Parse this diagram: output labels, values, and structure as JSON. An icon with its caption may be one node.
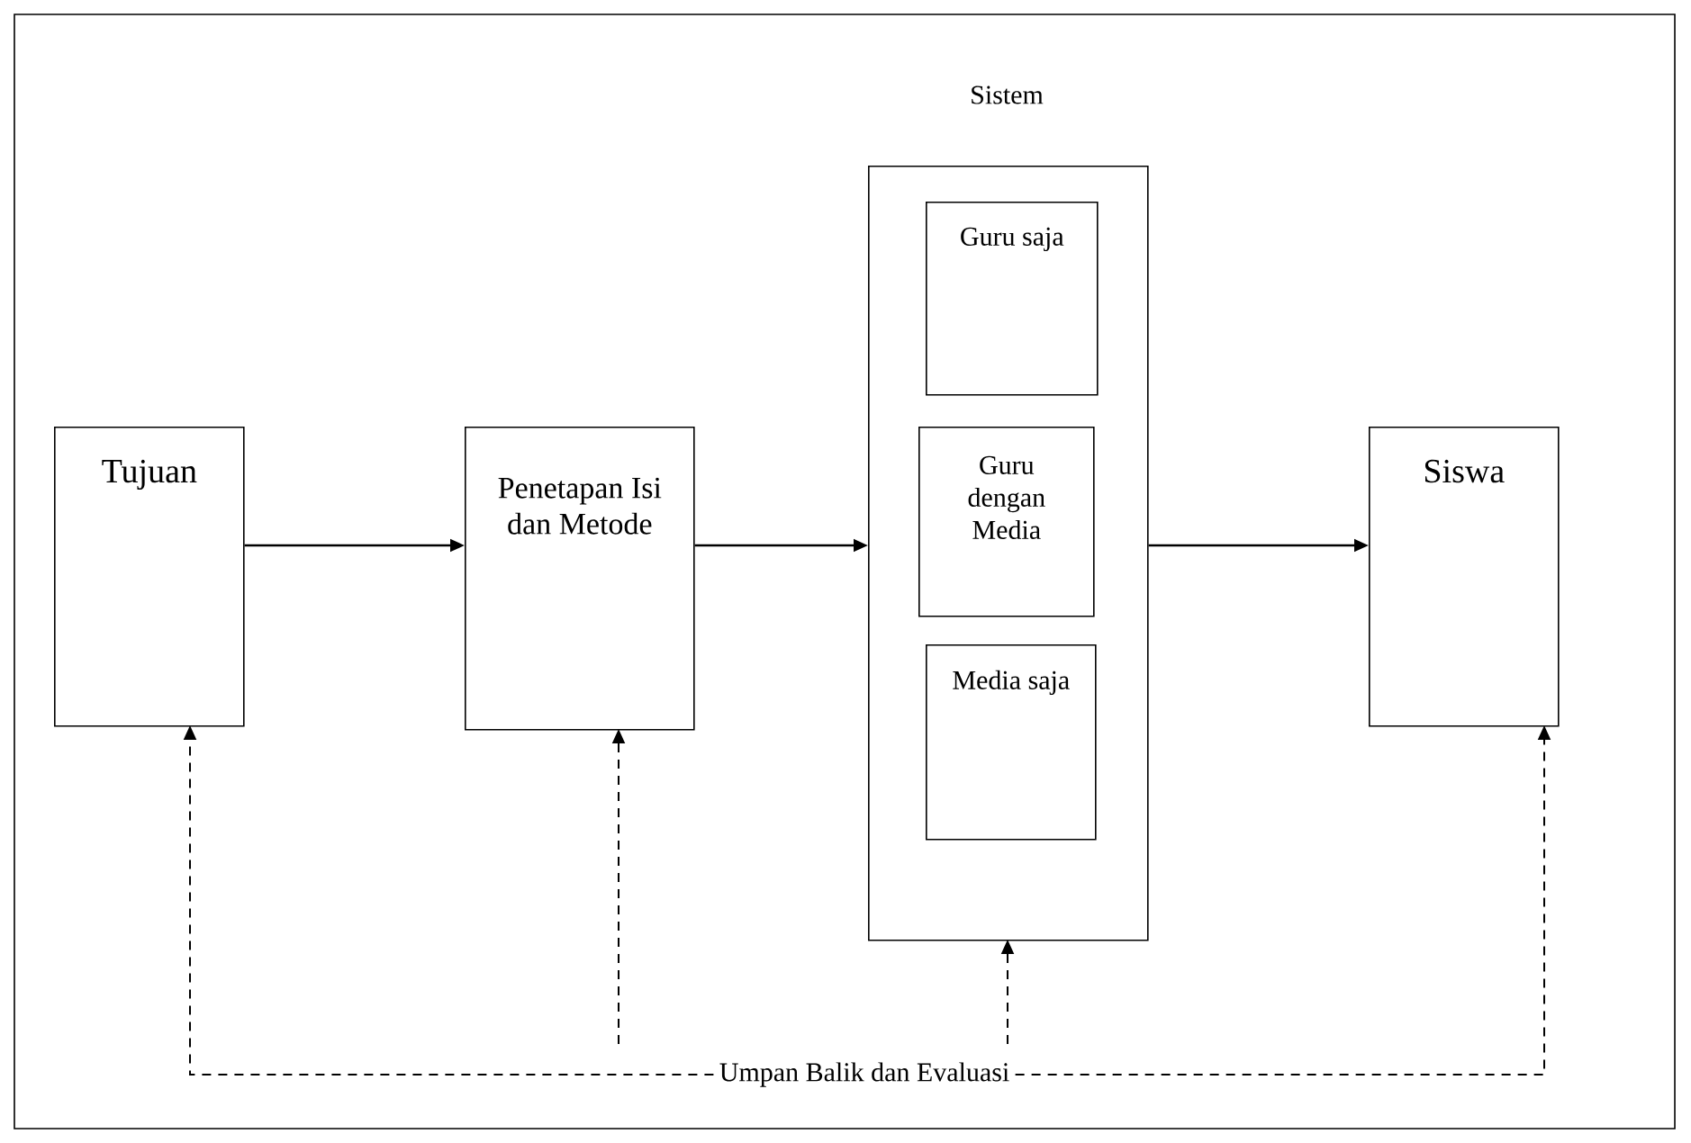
{
  "diagram": {
    "nodes": [
      {
        "text": [
          "Tujuan"
        ]
      },
      {
        "text": [
          "Penetapan Isi dan Metode"
        ]
      },
      {
        "text": [
          "Sistem"
        ]
      },
      {
        "text": [
          "Guru saja"
        ],
        "in": 2
      },
      {
        "text": [
          "Guru dengan Media"
        ],
        "in": 2
      },
      {
        "text": [
          "Media saja"
        ],
        "in": 2
      },
      {
        "text": [
          "Siswa"
        ]
      },
      {
        "text": [
          "Umpan Balik dan Evaluasi"
        ]
      }
    ],
    "edges": [
      {
        "from": 0,
        "to": 1,
        "arrow": "to"
      },
      {
        "from": 1,
        "to": 2,
        "arrow": "to"
      },
      {
        "from": 2,
        "to": 6,
        "arrow": "to"
      },
      {
        "from": 7,
        "to": 0,
        "arrow": "to",
        "style": "dashed"
      },
      {
        "from": 7,
        "to": 1,
        "arrow": "to",
        "style": "dashed"
      },
      {
        "from": 7,
        "to": 2,
        "arrow": "to",
        "style": "dashed"
      },
      {
        "from": 7,
        "to": 6,
        "arrow": "to",
        "style": "dashed"
      }
    ]
  }
}
